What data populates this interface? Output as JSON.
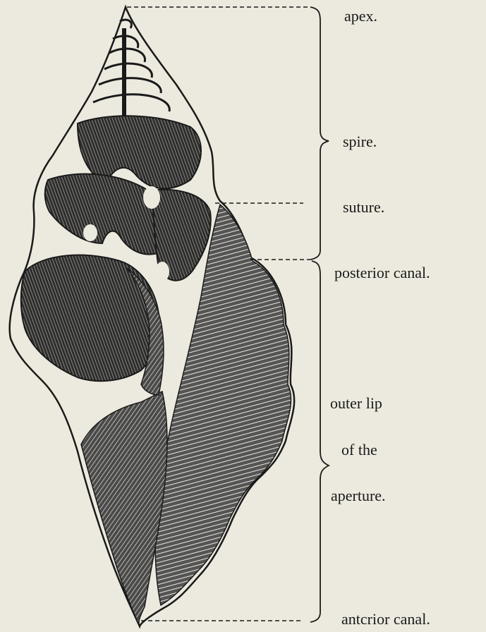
{
  "figure": {
    "subject": "shell-section-engraving",
    "colors": {
      "paper": "#ece9de",
      "ink": "#1a1a1a",
      "shade": "#3a3a3a"
    }
  },
  "labels": {
    "apex": "apex.",
    "spire": "spire.",
    "suture": "suture.",
    "posterior_canal": "posterior canal.",
    "outer_lip_1": "outer lip",
    "outer_lip_2": "of the",
    "outer_lip_3": "aperture.",
    "anterior_canal": "antcrior canal."
  }
}
